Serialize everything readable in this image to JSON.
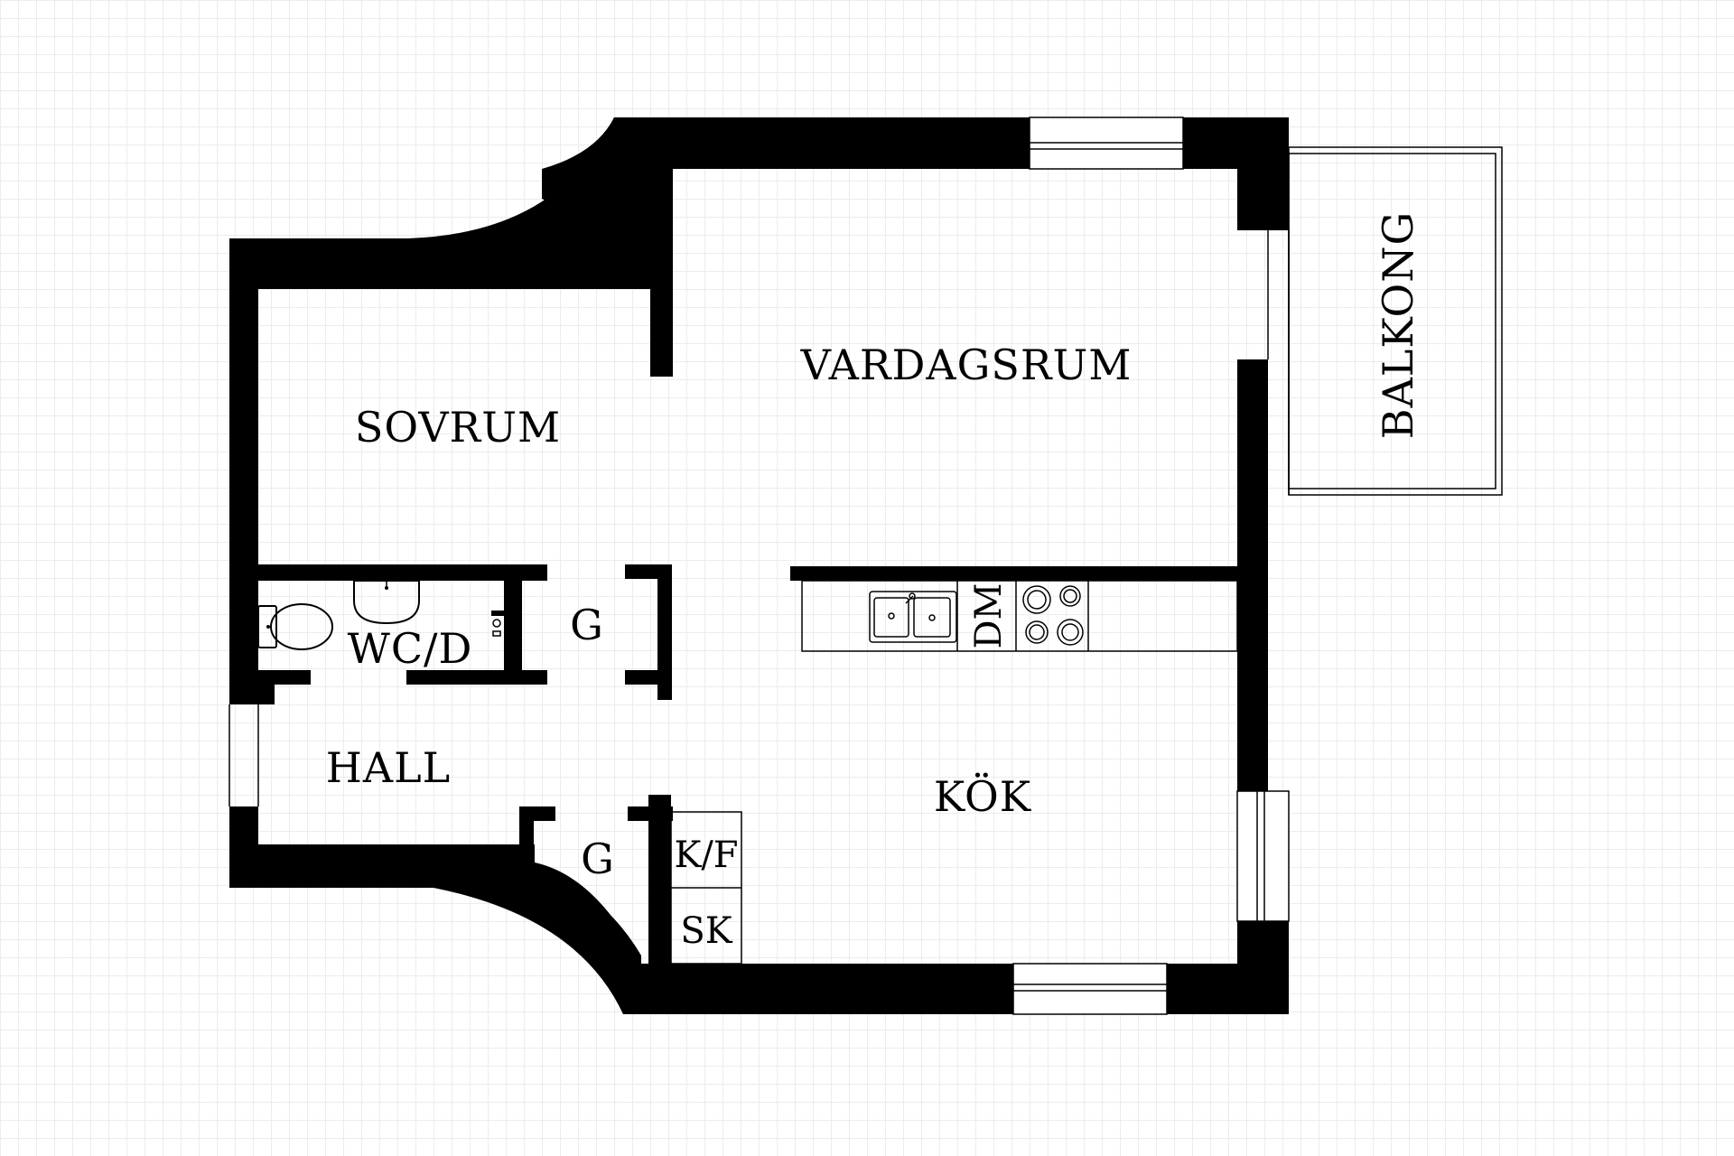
{
  "rooms": {
    "sovrum": "SOVRUM",
    "vardagsrum": "VARDAGSRUM",
    "balkong": "BALKONG",
    "wc": "WC/D",
    "hall": "HALL",
    "kok": "KÖK"
  },
  "fixtures": {
    "closet_upper": "G",
    "closet_lower": "G",
    "dishwasher": "DM",
    "fridge_freezer": "K/F",
    "cabinet": "SK"
  },
  "colors": {
    "wall": "#000000",
    "background": "#ffffff",
    "grid": "#ececec"
  }
}
